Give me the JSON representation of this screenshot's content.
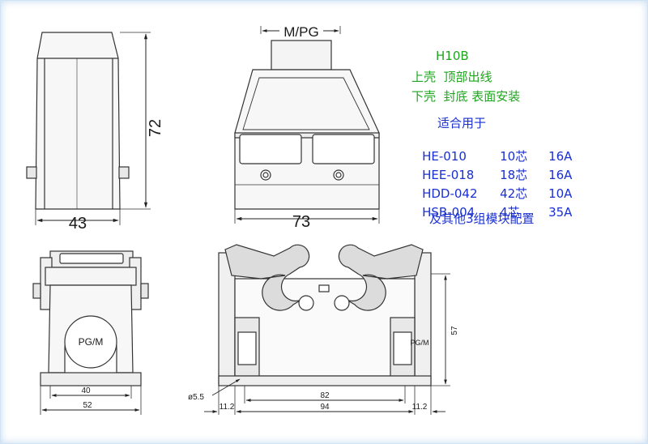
{
  "dimensions": {
    "cable_entry": "M/PG",
    "top_height": "72",
    "top_depth": "43",
    "top_width": "73",
    "cable_entry_base": "PG/M",
    "base_inner_width": "40",
    "base_outer_width": "52",
    "cable_entry_side": "PG/M",
    "base_height": "57",
    "hole_diameter": "ø5.5",
    "hole_spacing": "82",
    "base_length": "94",
    "flange_left": "11.2",
    "flange_right": "11.2"
  },
  "specs": {
    "model": "H10B",
    "upper": "上壳  顶部出线",
    "lower": "下壳  封底 表面安装",
    "compat_heading": "适合用于",
    "inserts": [
      {
        "model": "HE-010",
        "cores": "10芯",
        "current": "16A"
      },
      {
        "model": "HEE-018",
        "cores": "18芯",
        "current": "16A"
      },
      {
        "model": "HDD-042",
        "cores": "42芯",
        "current": "10A"
      },
      {
        "model": "HSB-004",
        "cores": "4芯",
        "current": "35A"
      }
    ],
    "other": "及其他3组模块配置"
  },
  "colors": {
    "spec_green": "#1fa51f",
    "spec_blue": "#1a2fd0",
    "line": "#333333"
  }
}
